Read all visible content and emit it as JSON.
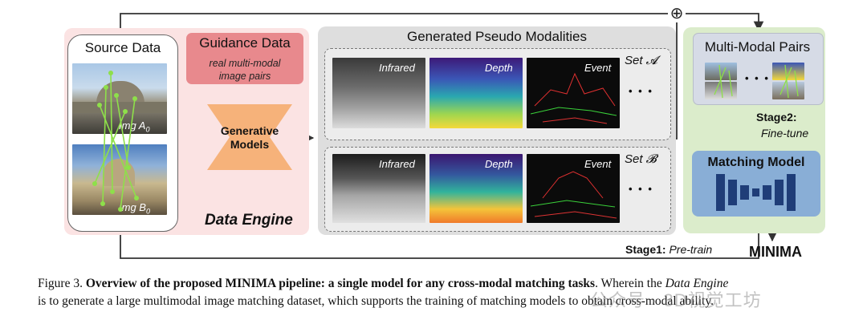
{
  "source": {
    "title": "Source Data",
    "img_a": "Img A",
    "img_b": "Img B",
    "subscript_a": "0",
    "subscript_b": "0"
  },
  "guidance": {
    "title": "Guidance Data",
    "sub1": "real multi-modal",
    "sub2": "image pairs"
  },
  "generative": {
    "line1": "Generative",
    "line2": "Models"
  },
  "engine_label": "Data Engine",
  "generated": {
    "title": "Generated Pseudo Modalities",
    "set_a": "Set 𝓐",
    "set_b": "Set 𝓑",
    "modalities": [
      "Infrared",
      "Depth",
      "Event"
    ],
    "ellipsis": "• • •"
  },
  "pairs": {
    "title": "Multi-Modal Pairs",
    "ellipsis": "• • •"
  },
  "stage2": {
    "label": "Stage2:",
    "sub": "Fine-tune"
  },
  "matching": {
    "title": "Matching Model"
  },
  "stage1": {
    "label": "Stage1:",
    "sub": "Pre-train"
  },
  "brand": "MINIMA",
  "plus_symbol": "⊕",
  "caption": {
    "prefix": "Figure 3.",
    "bold": "Overview of the proposed MINIMA pipeline: a single model for any cross-modal matching tasks",
    "mid": ". Wherein the",
    "ital": "Data Engine",
    "rest": "is to generate a large multimodal image matching dataset, which supports the training of matching models to obtain cross-modal ability."
  },
  "watermark": "公众号 · 3D视觉工坊",
  "colors": {
    "engine_bg": "#fbe3e3",
    "guidance": "#e8898d",
    "generative": "#f6b27a",
    "gen_bg": "#dedede",
    "green_bg": "#dbeccb",
    "matching": "#89aed6",
    "matching_dark": "#1f3d78",
    "match_lines": "#7fd13b"
  }
}
